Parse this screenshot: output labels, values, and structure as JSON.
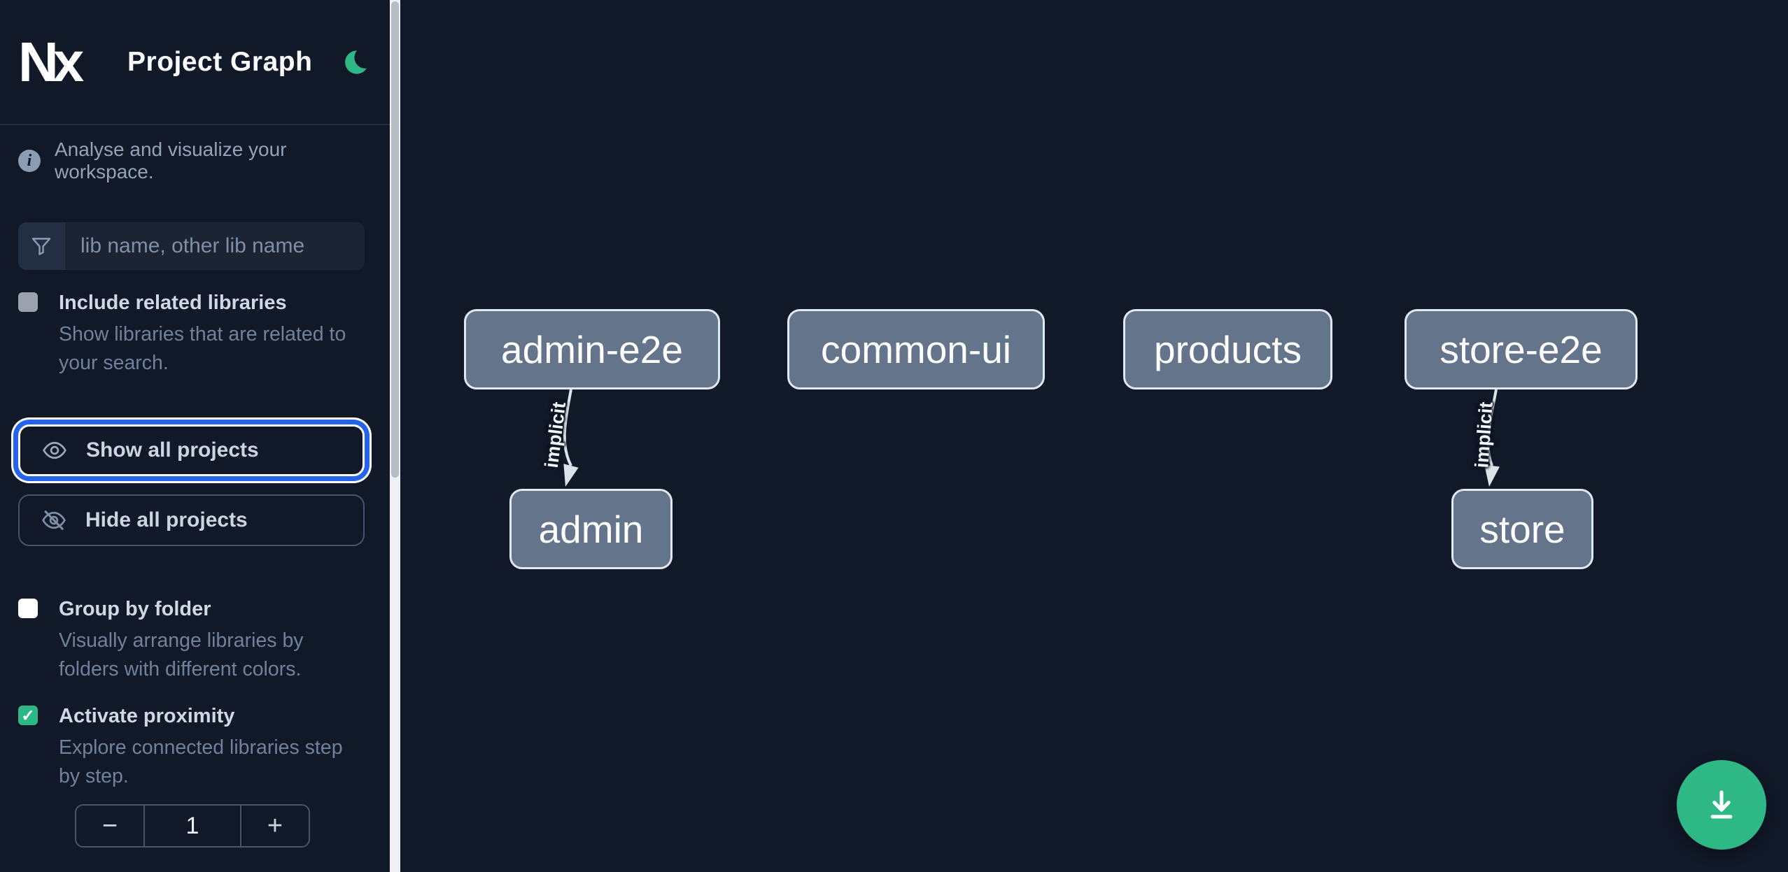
{
  "colors": {
    "bg": "#111827",
    "divider": "#232e44",
    "accent": "#2eb886",
    "focus-ring": "#2563eb",
    "input-bg": "#1c2433",
    "input-icon-bg": "#242e42",
    "text-strong": "#f8fafc",
    "text-muted": "#94a3b8",
    "checkbox-muted": "#9ca3af",
    "checkbox-unchecked": "#ffffff",
    "node-fill": "#64748b",
    "node-border": "#e2e8f0",
    "node-text": "#ffffff",
    "edge": "#dde3ea",
    "scroll-track": "#eef0f3",
    "scroll-thumb": "#b7bdc5"
  },
  "header": {
    "logo_text": "Nx",
    "title": "Project Graph"
  },
  "intro": {
    "icon_glyph": "i",
    "text": "Analyse and visualize your workspace."
  },
  "search": {
    "placeholder": "lib name, other lib name"
  },
  "controls": {
    "include_related": {
      "label": "Include related libraries",
      "description": "Show libraries that are related to your search.",
      "checked": false
    },
    "show_all": {
      "label": "Show all projects"
    },
    "hide_all": {
      "label": "Hide all projects"
    },
    "group_by_folder": {
      "label": "Group by folder",
      "description": "Visually arrange libraries by folders with different colors.",
      "checked": false
    },
    "activate_proximity": {
      "label": "Activate proximity",
      "description": "Explore connected libraries step by step.",
      "checked": true,
      "check_glyph": "✓"
    },
    "proximity_stepper": {
      "decrement_label": "−",
      "value": "1",
      "increment_label": "+"
    }
  },
  "graph": {
    "nodes": [
      {
        "id": "admin-e2e",
        "label": "admin-e2e"
      },
      {
        "id": "common-ui",
        "label": "common-ui"
      },
      {
        "id": "products",
        "label": "products"
      },
      {
        "id": "store-e2e",
        "label": "store-e2e"
      },
      {
        "id": "admin",
        "label": "admin"
      },
      {
        "id": "store",
        "label": "store"
      }
    ],
    "edges": [
      {
        "source": "admin-e2e",
        "target": "admin",
        "type": "implicit",
        "label": "implicit"
      },
      {
        "source": "store-e2e",
        "target": "store",
        "type": "implicit",
        "label": "implicit"
      }
    ]
  },
  "icons": [
    "nx-logo",
    "moon-icon",
    "info-icon",
    "filter-icon",
    "eye-icon",
    "eye-off-icon",
    "download-icon"
  ]
}
